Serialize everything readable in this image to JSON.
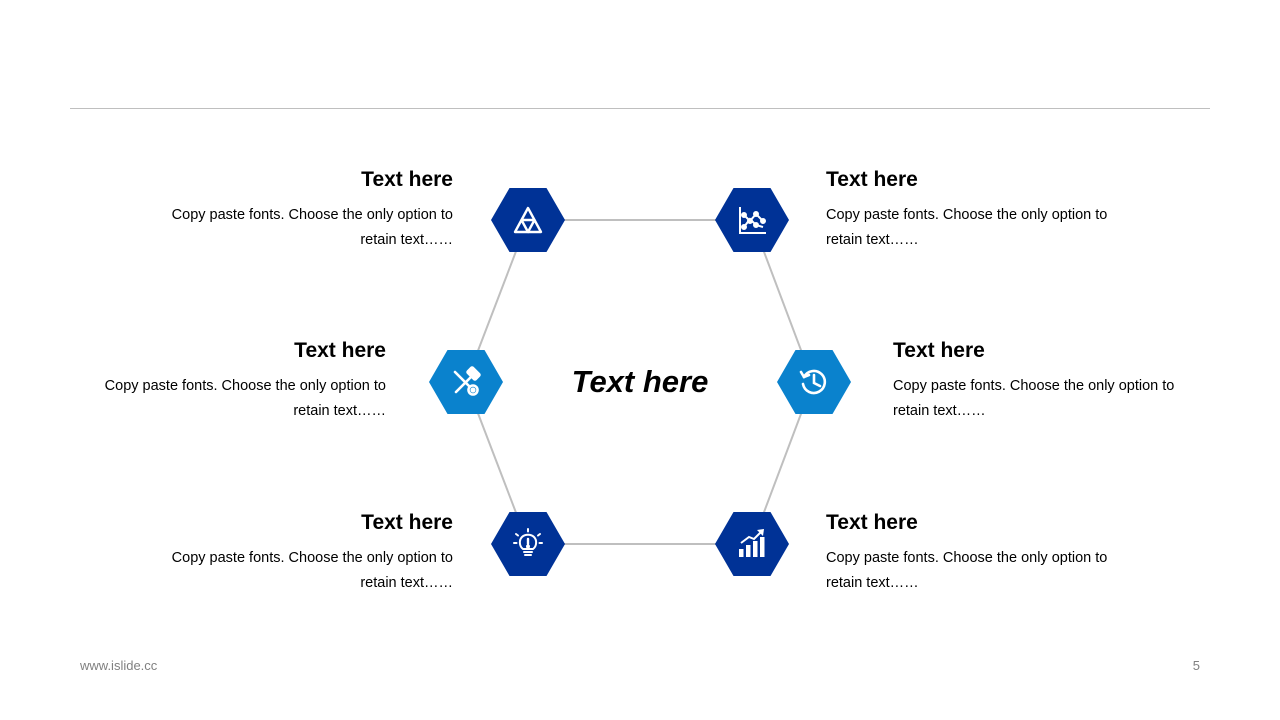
{
  "center": {
    "title": "Text here"
  },
  "items": [
    {
      "title": "Text here",
      "desc": "Copy paste fonts. Choose the only option to retain text……",
      "icon": "triangle-icon"
    },
    {
      "title": "Text here",
      "desc": "Copy paste fonts. Choose the only option to retain text……",
      "icon": "line-chart-icon"
    },
    {
      "title": "Text here",
      "desc": "Copy paste fonts. Choose the only option to retain text……",
      "icon": "tools-icon"
    },
    {
      "title": "Text here",
      "desc": "Copy paste fonts. Choose the only option to retain text……",
      "icon": "history-icon"
    },
    {
      "title": "Text here",
      "desc": "Copy paste fonts. Choose the only option to retain text……",
      "icon": "lightbulb-icon"
    },
    {
      "title": "Text here",
      "desc": "Copy paste fonts. Choose the only option to retain text……",
      "icon": "growth-chart-icon"
    }
  ],
  "colors": {
    "dark_blue": "#003296",
    "light_blue": "#0A82CD",
    "ring": "#bfbfbf"
  },
  "footer": {
    "website": "www.islide.cc",
    "page_number": "5"
  }
}
